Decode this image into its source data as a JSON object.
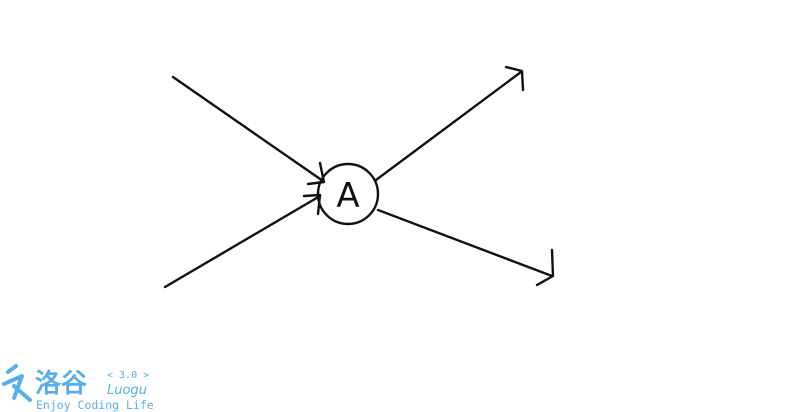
{
  "diagram": {
    "node": {
      "label": "A"
    },
    "edges": [
      {
        "from": "left-top",
        "to": "A",
        "direction": "in"
      },
      {
        "from": "left-bottom",
        "to": "A",
        "direction": "in"
      },
      {
        "from": "A",
        "to": "right-top",
        "direction": "out"
      },
      {
        "from": "A",
        "to": "right-bottom",
        "direction": "out"
      }
    ],
    "stroke_color": "#111111"
  },
  "watermark": {
    "name_cn": "洛谷",
    "version": "< 3.0 >",
    "name_en": "Luogu",
    "slogan": "Enjoy Coding Life",
    "color": "#3aa0e8"
  }
}
